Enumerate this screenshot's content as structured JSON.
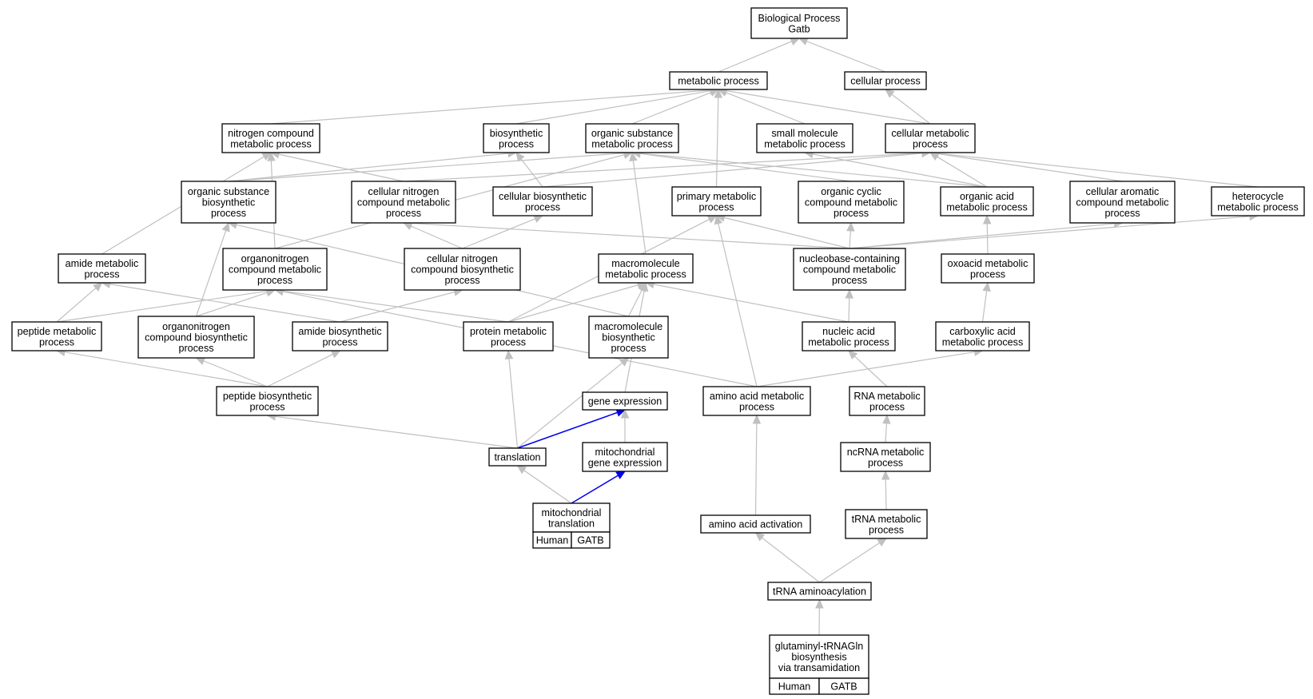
{
  "colors": {
    "edge": "#c0c0c0",
    "highlight_edge": "#0000ee",
    "annotation_fill": "#f86a4f",
    "node_border": "#000000"
  },
  "nodes": [
    {
      "id": "bp",
      "lines": [
        "Biological Process",
        "Gatb"
      ]
    },
    {
      "id": "metabolic",
      "lines": [
        "metabolic process"
      ]
    },
    {
      "id": "cellular",
      "lines": [
        "cellular process"
      ]
    },
    {
      "id": "nitrogen_cm",
      "lines": [
        "nitrogen compound",
        "metabolic process"
      ]
    },
    {
      "id": "biosynthetic",
      "lines": [
        "biosynthetic",
        "process"
      ]
    },
    {
      "id": "org_sub_mp",
      "lines": [
        "organic substance",
        "metabolic process"
      ]
    },
    {
      "id": "small_mol",
      "lines": [
        "small molecule",
        "metabolic process"
      ]
    },
    {
      "id": "cell_metab",
      "lines": [
        "cellular metabolic",
        "process"
      ]
    },
    {
      "id": "org_sub_bp",
      "lines": [
        "organic substance",
        "biosynthetic",
        "process"
      ]
    },
    {
      "id": "cell_nitro_mp",
      "lines": [
        "cellular nitrogen",
        "compound metabolic",
        "process"
      ]
    },
    {
      "id": "cell_bio",
      "lines": [
        "cellular biosynthetic",
        "process"
      ]
    },
    {
      "id": "primary",
      "lines": [
        "primary metabolic",
        "process"
      ]
    },
    {
      "id": "org_cyclic",
      "lines": [
        "organic cyclic",
        "compound metabolic",
        "process"
      ]
    },
    {
      "id": "org_acid",
      "lines": [
        "organic acid",
        "metabolic process"
      ]
    },
    {
      "id": "cell_arom",
      "lines": [
        "cellular aromatic",
        "compound metabolic",
        "process"
      ]
    },
    {
      "id": "heterocycle",
      "lines": [
        "heterocycle",
        "metabolic process"
      ]
    },
    {
      "id": "amide_mp",
      "lines": [
        "amide metabolic",
        "process"
      ]
    },
    {
      "id": "orgnitro_mp",
      "lines": [
        "organonitrogen",
        "compound metabolic",
        "process"
      ]
    },
    {
      "id": "cell_nitro_bp",
      "lines": [
        "cellular nitrogen",
        "compound biosynthetic",
        "process"
      ]
    },
    {
      "id": "macro_mp",
      "lines": [
        "macromolecule",
        "metabolic process"
      ]
    },
    {
      "id": "nucleobase",
      "lines": [
        "nucleobase-containing",
        "compound metabolic",
        "process"
      ]
    },
    {
      "id": "oxoacid",
      "lines": [
        "oxoacid metabolic",
        "process"
      ]
    },
    {
      "id": "peptide_mp",
      "lines": [
        "peptide metabolic",
        "process"
      ]
    },
    {
      "id": "orgnitro_bp",
      "lines": [
        "organonitrogen",
        "compound biosynthetic",
        "process"
      ]
    },
    {
      "id": "amide_bp",
      "lines": [
        "amide biosynthetic",
        "process"
      ]
    },
    {
      "id": "protein_mp",
      "lines": [
        "protein metabolic",
        "process"
      ]
    },
    {
      "id": "macro_bp",
      "lines": [
        "macromolecule",
        "biosynthetic",
        "process"
      ]
    },
    {
      "id": "nucleic",
      "lines": [
        "nucleic acid",
        "metabolic process"
      ]
    },
    {
      "id": "carboxylic",
      "lines": [
        "carboxylic acid",
        "metabolic process"
      ]
    },
    {
      "id": "peptide_bp",
      "lines": [
        "peptide biosynthetic",
        "process"
      ]
    },
    {
      "id": "gene_expr",
      "lines": [
        "gene expression"
      ]
    },
    {
      "id": "aa_mp",
      "lines": [
        "amino acid metabolic",
        "process"
      ]
    },
    {
      "id": "rna_mp",
      "lines": [
        "RNA metabolic",
        "process"
      ]
    },
    {
      "id": "translation",
      "lines": [
        "translation"
      ]
    },
    {
      "id": "mito_ge",
      "lines": [
        "mitochondrial",
        "gene expression"
      ]
    },
    {
      "id": "ncrna",
      "lines": [
        "ncRNA metabolic",
        "process"
      ]
    },
    {
      "id": "mito_trans",
      "lines": [
        "mitochondrial",
        "translation"
      ],
      "tags": [
        "Human",
        "GATB"
      ]
    },
    {
      "id": "aa_act",
      "lines": [
        "amino acid activation"
      ]
    },
    {
      "id": "trna_mp",
      "lines": [
        "tRNA metabolic",
        "process"
      ]
    },
    {
      "id": "trna_aa",
      "lines": [
        "tRNA aminoacylation"
      ]
    },
    {
      "id": "glutaminyl",
      "lines": [
        "glutaminyl-tRNAGln",
        "biosynthesis",
        "via transamidation"
      ],
      "tags": [
        "Human",
        "GATB"
      ]
    }
  ],
  "edges": [
    [
      "metabolic",
      "bp"
    ],
    [
      "cellular",
      "bp"
    ],
    [
      "nitrogen_cm",
      "metabolic"
    ],
    [
      "biosynthetic",
      "metabolic"
    ],
    [
      "org_sub_mp",
      "metabolic"
    ],
    [
      "small_mol",
      "metabolic"
    ],
    [
      "cell_metab",
      "metabolic"
    ],
    [
      "cell_metab",
      "cellular"
    ],
    [
      "primary",
      "metabolic"
    ],
    [
      "org_sub_bp",
      "biosynthetic"
    ],
    [
      "org_sub_bp",
      "org_sub_mp"
    ],
    [
      "cell_bio",
      "biosynthetic"
    ],
    [
      "cell_bio",
      "cell_metab"
    ],
    [
      "cell_nitro_mp",
      "nitrogen_cm"
    ],
    [
      "cell_nitro_mp",
      "cell_metab"
    ],
    [
      "org_cyclic",
      "org_sub_mp"
    ],
    [
      "org_acid",
      "small_mol"
    ],
    [
      "org_acid",
      "org_sub_mp"
    ],
    [
      "org_acid",
      "cell_metab"
    ],
    [
      "cell_arom",
      "cell_metab"
    ],
    [
      "heterocycle",
      "cell_metab"
    ],
    [
      "amide_mp",
      "nitrogen_cm"
    ],
    [
      "orgnitro_mp",
      "nitrogen_cm"
    ],
    [
      "orgnitro_mp",
      "org_sub_mp"
    ],
    [
      "cell_nitro_bp",
      "cell_nitro_mp"
    ],
    [
      "cell_nitro_bp",
      "cell_bio"
    ],
    [
      "macro_mp",
      "org_sub_mp"
    ],
    [
      "nucleobase",
      "cell_nitro_mp"
    ],
    [
      "nucleobase",
      "primary"
    ],
    [
      "nucleobase",
      "org_cyclic"
    ],
    [
      "nucleobase",
      "cell_arom"
    ],
    [
      "nucleobase",
      "heterocycle"
    ],
    [
      "oxoacid",
      "org_acid"
    ],
    [
      "peptide_mp",
      "amide_mp"
    ],
    [
      "peptide_mp",
      "orgnitro_mp"
    ],
    [
      "orgnitro_bp",
      "org_sub_bp"
    ],
    [
      "orgnitro_bp",
      "orgnitro_mp"
    ],
    [
      "amide_bp",
      "amide_mp"
    ],
    [
      "amide_bp",
      "cell_nitro_bp"
    ],
    [
      "protein_mp",
      "primary"
    ],
    [
      "protein_mp",
      "macro_mp"
    ],
    [
      "protein_mp",
      "orgnitro_mp"
    ],
    [
      "macro_bp",
      "macro_mp"
    ],
    [
      "macro_bp",
      "org_sub_bp"
    ],
    [
      "nucleic",
      "macro_mp"
    ],
    [
      "nucleic",
      "nucleobase"
    ],
    [
      "carboxylic",
      "oxoacid"
    ],
    [
      "peptide_bp",
      "peptide_mp"
    ],
    [
      "peptide_bp",
      "orgnitro_bp"
    ],
    [
      "peptide_bp",
      "amide_bp"
    ],
    [
      "gene_expr",
      "macro_mp"
    ],
    [
      "aa_mp",
      "carboxylic"
    ],
    [
      "aa_mp",
      "primary"
    ],
    [
      "aa_mp",
      "orgnitro_mp"
    ],
    [
      "rna_mp",
      "nucleic"
    ],
    [
      "translation",
      "peptide_bp"
    ],
    [
      "translation",
      "protein_mp"
    ],
    [
      "translation",
      "macro_bp"
    ],
    [
      "translation",
      "gene_expr",
      "hl"
    ],
    [
      "mito_ge",
      "gene_expr"
    ],
    [
      "ncrna",
      "rna_mp"
    ],
    [
      "mito_trans",
      "translation"
    ],
    [
      "mito_trans",
      "mito_ge",
      "hl"
    ],
    [
      "aa_act",
      "aa_mp"
    ],
    [
      "trna_mp",
      "ncrna"
    ],
    [
      "trna_aa",
      "aa_act"
    ],
    [
      "trna_aa",
      "trna_mp"
    ],
    [
      "glutaminyl",
      "trna_aa"
    ]
  ]
}
